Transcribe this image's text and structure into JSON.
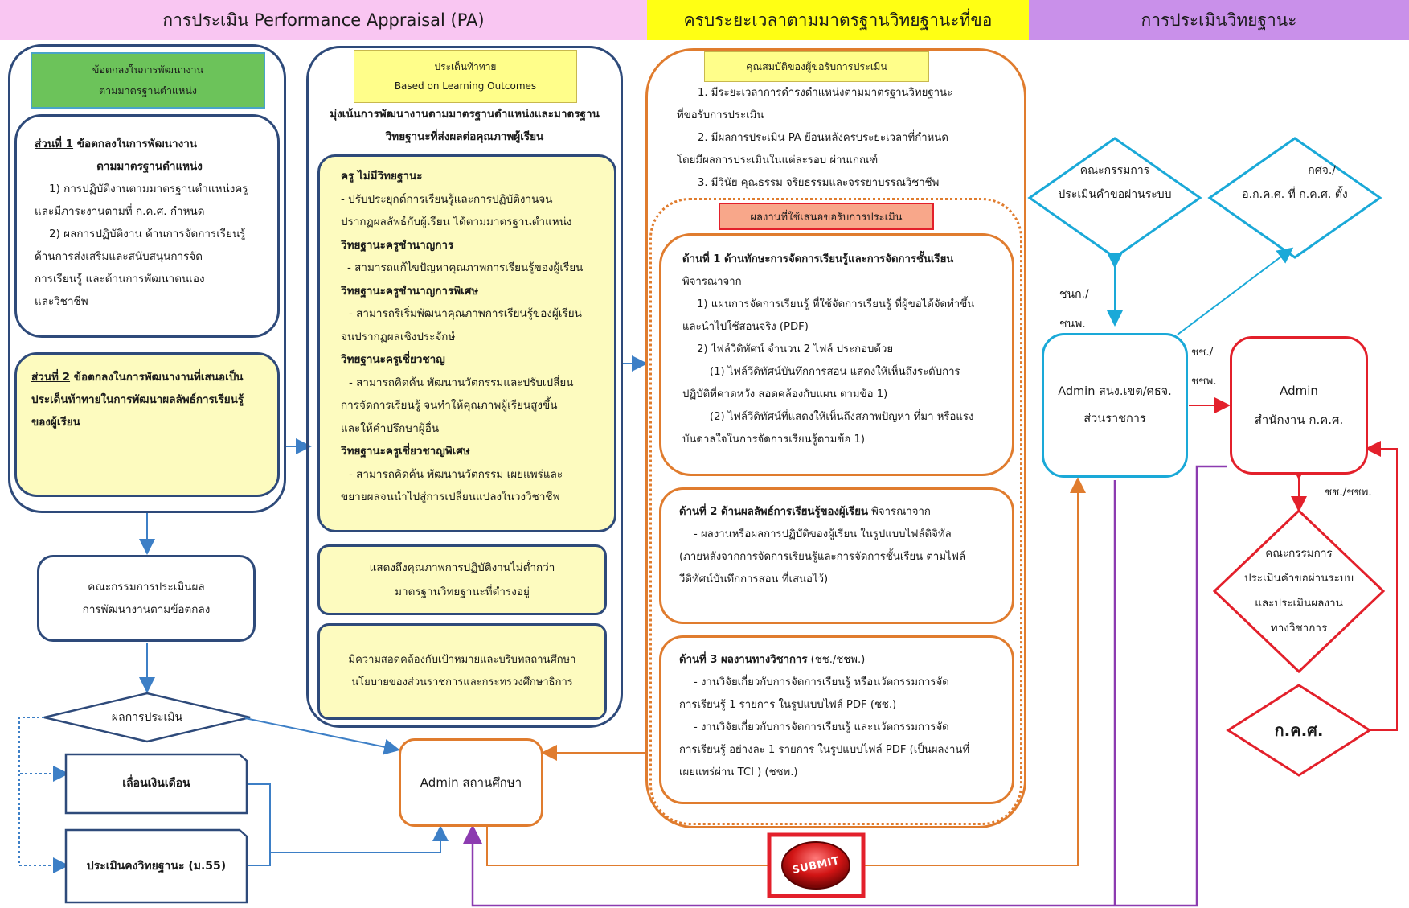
{
  "colors": {
    "pink": "#f9c6f2",
    "yellow": "#ffff14",
    "purple": "#c990ea",
    "navy": "#2e4a7a",
    "blue": "#3d7fc6",
    "orange": "#e07c2e",
    "cyan": "#1aa9d8",
    "red": "#e3202b",
    "violet": "#8c3bb0",
    "green": "#6cc35a",
    "light_yellow": "#fdfbbf"
  },
  "header": {
    "pa": "การประเมิน Performance Appraisal (PA)",
    "period": "ครบระยะเวลาตามมาตรฐานวิทยฐานะที่ขอ",
    "academic": "การประเมินวิทยฐานะ"
  },
  "col1": {
    "title_l1": "ข้อตกลงในการพัฒนางาน",
    "title_l2": "ตามมาตรฐานตำแหน่ง",
    "part1_label": "ส่วนที่ 1",
    "part1_title_a": " ข้อตกลงในการพัฒนางาน",
    "part1_title_b": "ตามมาตรฐานตำแหน่ง",
    "part1_lines": [
      "1) การปฏิบัติงานตามมาตรฐานตำแหน่งครู",
      "และมีภาระงานตามที่ ก.ค.ศ. กำหนด",
      "2) ผลการปฏิบัติงาน ด้านการจัดการเรียนรู้",
      "ด้านการส่งเสริมและสนับสนุนการจัด",
      "การเรียนรู้ และด้านการพัฒนาตนเอง",
      "และวิชาชีพ"
    ],
    "part2_label": "ส่วนที่ 2",
    "part2_lines": [
      " ข้อตกลงในการพัฒนางานที่เสนอเป็น",
      "ประเด็นท้าทายในการพัฒนาผลลัพธ์การเรียนรู้",
      "ของผู้เรียน"
    ],
    "committee_l1": "คณะกรรมการประเมินผล",
    "committee_l2": "การพัฒนางานตามข้อตกลง",
    "result": "ผลการประเมิน",
    "salary": "เลื่อนเงินเดือน",
    "maintain": "ประเมินคงวิทยฐานะ (ม.55)"
  },
  "col2": {
    "title_l1": "ประเด็นท้าทาย",
    "title_l2": "Based on Learning Outcomes",
    "subtitle_l1": "มุ่งเน้นการพัฒนางานตามมาตรฐานตำแหน่งและมาตรฐาน",
    "subtitle_l2": "วิทยฐานะที่ส่งผลต่อคุณภาพผู้เรียน",
    "levels": [
      {
        "name": "ครู ไม่มีวิทยฐานะ",
        "lines": [
          "- ปรับประยุกต์การเรียนรู้และการปฏิบัติงานจน",
          "ปรากฏผลลัพธ์กับผู้เรียน ได้ตามมาตรฐานตำแหน่ง"
        ]
      },
      {
        "name": "วิทยฐานะครูชำนาญการ",
        "lines": [
          "- สามารถแก้ไขปัญหาคุณภาพการเรียนรู้ของผู้เรียน"
        ]
      },
      {
        "name": "วิทยฐานะครูชำนาญการพิเศษ",
        "lines": [
          "- สามารถริเริ่มพัฒนาคุณภาพการเรียนรู้ของผู้เรียน",
          "จนปรากฏผลเชิงประจักษ์"
        ]
      },
      {
        "name": "วิทยฐานะครูเชี่ยวชาญ",
        "lines": [
          "- สามารถคิดค้น พัฒนานวัตกรรมและปรับเปลี่ยน",
          "การจัดการเรียนรู้ จนทำให้คุณภาพผู้เรียนสูงขึ้น",
          "และให้คำปรึกษาผู้อื่น"
        ]
      },
      {
        "name": "วิทยฐานะครูเชี่ยวชาญพิเศษ",
        "lines": [
          "- สามารถคิดค้น พัฒนานวัตกรรม เผยแพร่และ",
          "ขยายผลจนนำไปสู่การเปลี่ยนแปลงในวงวิชาชีพ"
        ]
      }
    ],
    "quality_l1": "แสดงถึงคุณภาพการปฏิบัติงานไม่ต่ำกว่า",
    "quality_l2": "มาตรฐานวิทยฐานะที่ดำรงอยู่",
    "align_l1": "มีความสอดคล้องกับเป้าหมายและบริบทสถานศึกษา",
    "align_l2": "นโยบายของส่วนราชการและกระทรวงศึกษาธิการ",
    "admin_school": "Admin สถานศึกษา"
  },
  "col3": {
    "qual_title": "คุณสมบัติของผู้ขอรับการประเมิน",
    "qual_lines": [
      "1. มีระยะเวลาการดำรงตำแหน่งตามมาตรฐานวิทยฐานะ",
      "ที่ขอรับการประเมิน",
      "2. มีผลการประเมิน PA ย้อนหลังครบระยะเวลาที่กำหนด",
      "โดยมีผลการประเมินในแต่ละรอบ ผ่านเกณฑ์",
      "3. มีวินัย คุณธรรม จริยธรรมและจรรยาบรรณวิชาชีพ"
    ],
    "works_title": "ผลงานที่ใช้เสนอขอรับการประเมิน",
    "area1_title": "ด้านที่ 1 ด้านทักษะการจัดการเรียนรู้และการจัดการชั้นเรียน",
    "area1_lines": [
      "พิจารณาจาก",
      "1) แผนการจัดการเรียนรู้ ที่ใช้จัดการเรียนรู้ ที่ผู้ขอได้จัดทำขึ้น",
      "และนำไปใช้สอนจริง (PDF)",
      "2) ไฟล์วีดิทัศน์ จำนวน 2 ไฟล์ ประกอบด้วย",
      "(1) ไฟล์วีดิทัศน์บันทึกการสอน แสดงให้เห็นถึงระดับการ",
      "ปฏิบัติที่คาดหวัง สอดคล้องกับแผน ตามข้อ 1)",
      "(2) ไฟล์วีดิทัศน์ที่แสดงให้เห็นถึงสภาพปัญหา ที่มา หรือแรง",
      "บันดาลใจในการจัดการเรียนรู้ตามข้อ 1)"
    ],
    "area2_title": "ด้านที่ 2 ด้านผลลัพธ์การเรียนรู้ของผู้เรียน",
    "area2_suffix": " พิจารณาจาก",
    "area2_lines": [
      "- ผลงานหรือผลการปฏิบัติของผู้เรียน ในรูปแบบไฟล์ดิจิทัล",
      "(ภายหลังจากการจัดการเรียนรู้และการจัดการชั้นเรียน ตามไฟล์",
      "วีดิทัศน์บันทึกการสอน ที่เสนอไว้)"
    ],
    "area3_title": "ด้านที่ 3 ผลงานทางวิชาการ",
    "area3_suffix": " (ชช./ชชพ.)",
    "area3_lines": [
      "- งานวิจัยเกี่ยวกับการจัดการเรียนรู้ หรือนวัตกรรมการจัด",
      "การเรียนรู้ 1 รายการ ในรูปแบบไฟล์ PDF (ชช.)",
      "- งานวิจัยเกี่ยวกับการจัดการเรียนรู้ และนวัตกรรมการจัด",
      "การเรียนรู้ อย่างละ 1 รายการ ในรูปแบบไฟล์ PDF (เป็นผลงานที่",
      "เผยแพร่ผ่าน TCI ) (ชชพ.)"
    ],
    "submit": "SUBMIT"
  },
  "col4": {
    "committee_online_l1": "คณะกรรมการ",
    "committee_online_l2": "ประเมินคำขอผ่านระบบ",
    "kspk_l1": "กศจ./",
    "kspk_l2": "อ.ก.ค.ศ. ที่ ก.ค.ศ. ตั้ง",
    "chnk_l1": "ชนก./",
    "chnk_l2": "ชนพ.",
    "admin_area_l1": "Admin สนง.เขต/ศธจ.",
    "admin_area_l2": "ส่วนราชการ",
    "chch_l1": "ชช./",
    "chch_l2": "ชชพ.",
    "admin_okks_l1": "Admin",
    "admin_okks_l2": "สำนักงาน ก.ค.ศ.",
    "chch_full": "ชช./ชชพ.",
    "committee_red_lines": [
      "คณะกรรมการ",
      "ประเมินคำขอผ่านระบบ",
      "และประเมินผลงาน",
      "ทางวิชาการ"
    ],
    "okks": "ก.ค.ศ."
  }
}
